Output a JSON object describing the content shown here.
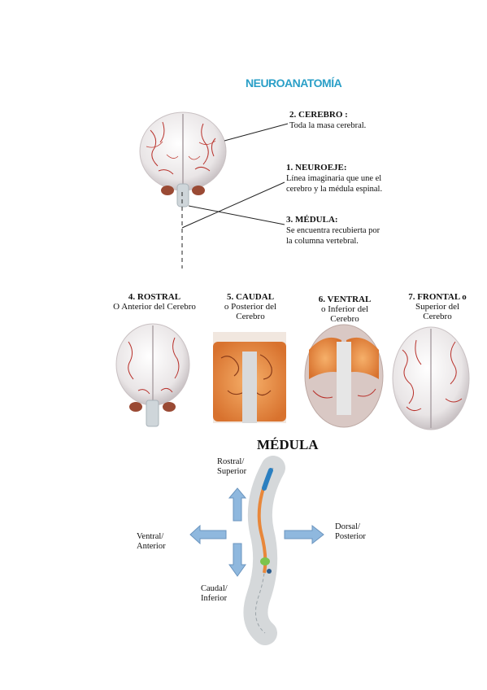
{
  "title": "NEUROANATOMÍA",
  "labels": {
    "cerebro": {
      "title": "2. CEREBRO :",
      "desc": "Toda la masa cerebral."
    },
    "neuroeje": {
      "title": "1. NEUROEJE:",
      "desc_1": "Línea imaginaria que une el",
      "desc_2": "cerebro y la médula espinal."
    },
    "medula": {
      "title": "3. MÉDULA:",
      "desc_1": "Se encuentra recubierta por",
      "desc_2": "la columna vertebral."
    }
  },
  "views": [
    {
      "line1": "4. ROSTRAL",
      "line2": "O Anterior del Cerebro",
      "line3": ""
    },
    {
      "line1": "5. CAUDAL",
      "line2": "o Posterior del",
      "line3": "Cerebro"
    },
    {
      "line1": "6. VENTRAL",
      "line2": "o Inferior del",
      "line3": "Cerebro"
    },
    {
      "line1": "7. FRONTAL o",
      "line2": "Superior del",
      "line3": "Cerebro"
    }
  ],
  "medula_section": {
    "title": "MÉDULA",
    "directions": {
      "rostral_1": "Rostral/",
      "rostral_2": "Superior",
      "ventral_1": "Ventral/",
      "ventral_2": "Anterior",
      "dorsal_1": "Dorsal/",
      "dorsal_2": "Posterior",
      "caudal_1": "Caudal/",
      "caudal_2": "Inferior"
    }
  },
  "colors": {
    "title": "#2a9fc7",
    "brain": "#eeeaea",
    "vessel": "#b8302a",
    "orange": "#e8873a",
    "arrow": "#8fb8de",
    "spine_blue": "#2b7fc0",
    "spine_green": "#7cc44d"
  }
}
